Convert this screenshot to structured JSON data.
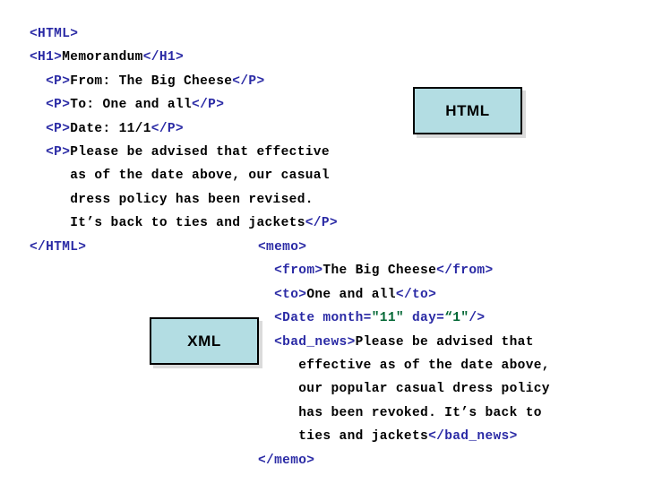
{
  "slide": {
    "title": "HTML versus XML memorandum comparison",
    "background_color": "#ffffff",
    "tag_color": "#2a2aa5",
    "attr_value_color": "#006633",
    "text_color": "#000000",
    "callout_fill": "#b3dde3",
    "callout_border": "#000000"
  },
  "callouts": {
    "html_label": "HTML",
    "xml_label": "XML"
  },
  "html_code": {
    "lines": [
      [
        {
          "kind": "tag",
          "text": "<HTML>"
        }
      ],
      [
        {
          "kind": "tag",
          "text": "<H1>"
        },
        {
          "kind": "txt",
          "text": "Memorandum"
        },
        {
          "kind": "tag",
          "text": "</H1>"
        }
      ],
      [
        {
          "kind": "txt",
          "text": "  "
        },
        {
          "kind": "tag",
          "text": "<P>"
        },
        {
          "kind": "txt",
          "text": "From: The Big Cheese"
        },
        {
          "kind": "tag",
          "text": "</P>"
        }
      ],
      [
        {
          "kind": "txt",
          "text": "  "
        },
        {
          "kind": "tag",
          "text": "<P>"
        },
        {
          "kind": "txt",
          "text": "To: One and all"
        },
        {
          "kind": "tag",
          "text": "</P>"
        }
      ],
      [
        {
          "kind": "txt",
          "text": "  "
        },
        {
          "kind": "tag",
          "text": "<P>"
        },
        {
          "kind": "txt",
          "text": "Date: 11/1"
        },
        {
          "kind": "tag",
          "text": "</P>"
        }
      ],
      [
        {
          "kind": "txt",
          "text": "  "
        },
        {
          "kind": "tag",
          "text": "<P>"
        },
        {
          "kind": "txt",
          "text": "Please be advised that effective"
        }
      ],
      [
        {
          "kind": "txt",
          "text": "     as of the date above, our casual"
        }
      ],
      [
        {
          "kind": "txt",
          "text": "     dress policy has been revised."
        }
      ],
      [
        {
          "kind": "txt",
          "text": "     It’s back to ties and jackets"
        },
        {
          "kind": "tag",
          "text": "</P>"
        }
      ],
      [
        {
          "kind": "tag",
          "text": "</HTML>"
        }
      ]
    ]
  },
  "xml_code": {
    "lines": [
      [
        {
          "kind": "tag",
          "text": "<memo>"
        }
      ],
      [
        {
          "kind": "txt",
          "text": "  "
        },
        {
          "kind": "tag",
          "text": "<from>"
        },
        {
          "kind": "txt",
          "text": "The Big Cheese"
        },
        {
          "kind": "tag",
          "text": "</from>"
        }
      ],
      [
        {
          "kind": "txt",
          "text": "  "
        },
        {
          "kind": "tag",
          "text": "<to>"
        },
        {
          "kind": "txt",
          "text": "One and all"
        },
        {
          "kind": "tag",
          "text": "</to>"
        }
      ],
      [
        {
          "kind": "txt",
          "text": "  "
        },
        {
          "kind": "tag",
          "text": "<Date month="
        },
        {
          "kind": "attr-val",
          "text": "\"11\""
        },
        {
          "kind": "tag",
          "text": " day="
        },
        {
          "kind": "attr-val",
          "text": "“1\""
        },
        {
          "kind": "tag",
          "text": "/>"
        }
      ],
      [
        {
          "kind": "txt",
          "text": "  "
        },
        {
          "kind": "tag",
          "text": "<bad_news>"
        },
        {
          "kind": "txt",
          "text": "Please be advised that"
        }
      ],
      [
        {
          "kind": "txt",
          "text": "     effective as of the date above,"
        }
      ],
      [
        {
          "kind": "txt",
          "text": "     our popular casual dress policy"
        }
      ],
      [
        {
          "kind": "txt",
          "text": "     has been revoked. It’s back to"
        }
      ],
      [
        {
          "kind": "txt",
          "text": "     ties and jackets"
        },
        {
          "kind": "tag",
          "text": "</bad_news>"
        }
      ],
      [
        {
          "kind": "tag",
          "text": "</memo>"
        }
      ]
    ]
  }
}
